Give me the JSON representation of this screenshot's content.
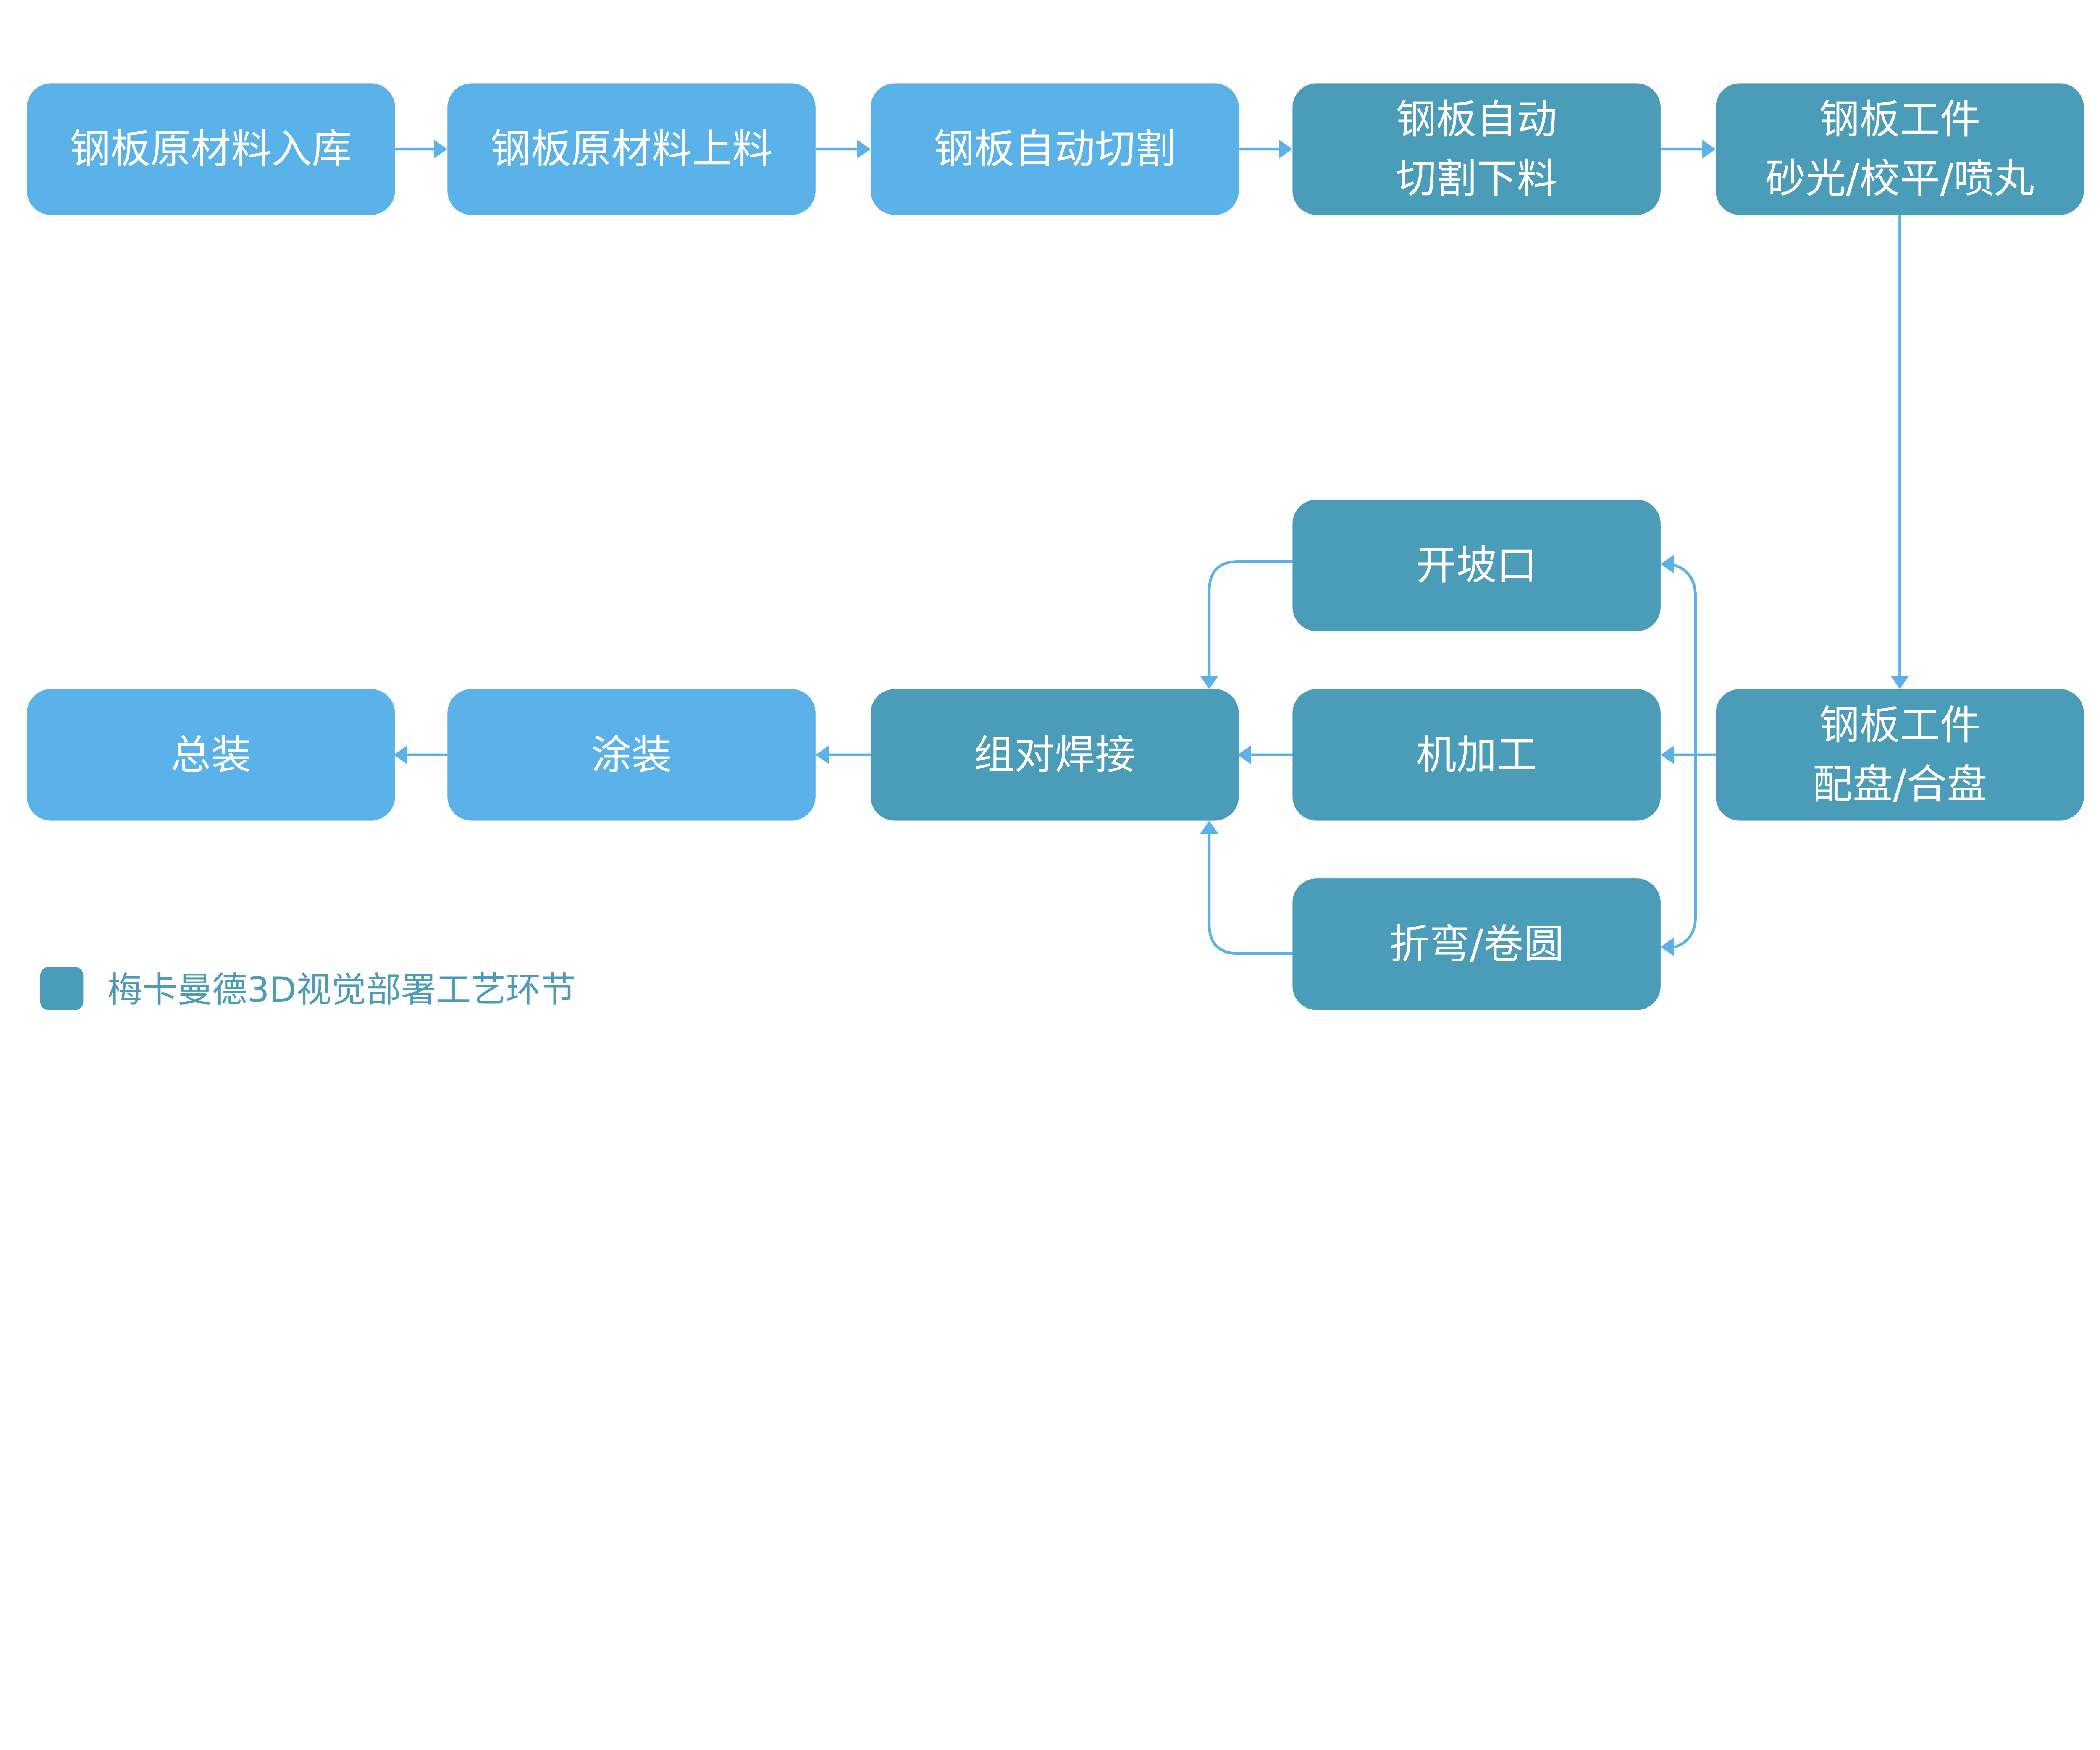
{
  "colors": {
    "standard_step": "#5BB2E8",
    "vision_step": "#4A9CB8",
    "connector": "#5BB2E8"
  },
  "steps": {
    "s1": {
      "lines": [
        "钢板原材料入库"
      ],
      "type": "standard"
    },
    "s2": {
      "lines": [
        "钢板原材料上料"
      ],
      "type": "standard"
    },
    "s3": {
      "lines": [
        "钢板自动切割"
      ],
      "type": "standard"
    },
    "s4": {
      "lines": [
        "钢板自动",
        "切割下料"
      ],
      "type": "vision"
    },
    "s5": {
      "lines": [
        "钢板工件",
        "砂光/校平/喷丸"
      ],
      "type": "vision"
    },
    "s6": {
      "lines": [
        "钢板工件",
        "配盘/合盘"
      ],
      "type": "vision"
    },
    "s7": {
      "lines": [
        "开坡口"
      ],
      "type": "vision"
    },
    "s8": {
      "lines": [
        "机加工"
      ],
      "type": "vision"
    },
    "s9": {
      "lines": [
        "折弯/卷圆"
      ],
      "type": "vision"
    },
    "s10": {
      "lines": [
        "组对焊接"
      ],
      "type": "vision"
    },
    "s11": {
      "lines": [
        "涂装"
      ],
      "type": "standard"
    },
    "s12": {
      "lines": [
        "总装"
      ],
      "type": "standard"
    }
  },
  "legend": {
    "label": "梅卡曼德3D视觉部署工艺环节",
    "color": "#4A9CB8"
  }
}
